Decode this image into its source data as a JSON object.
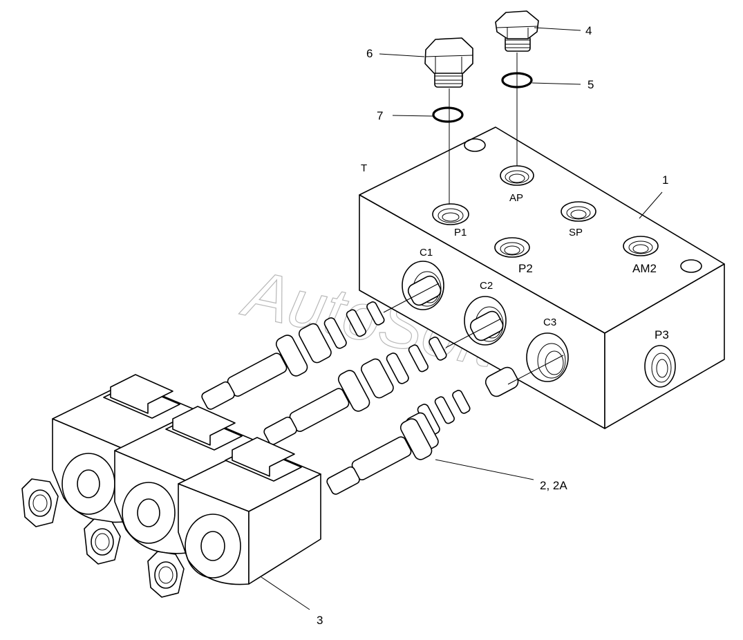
{
  "callouts": {
    "c1": "1",
    "c2": "2, 2A",
    "c3": "3",
    "c4": "4",
    "c5": "5",
    "c6": "6",
    "c7": "7"
  },
  "ports": {
    "t": "T",
    "ap": "AP",
    "p1": "P1",
    "sp": "SP",
    "p2": "P2",
    "am2": "AM2",
    "c1": "C1",
    "c2": "C2",
    "c3": "C3",
    "p3": "P3"
  },
  "watermark": "AutoSoft"
}
